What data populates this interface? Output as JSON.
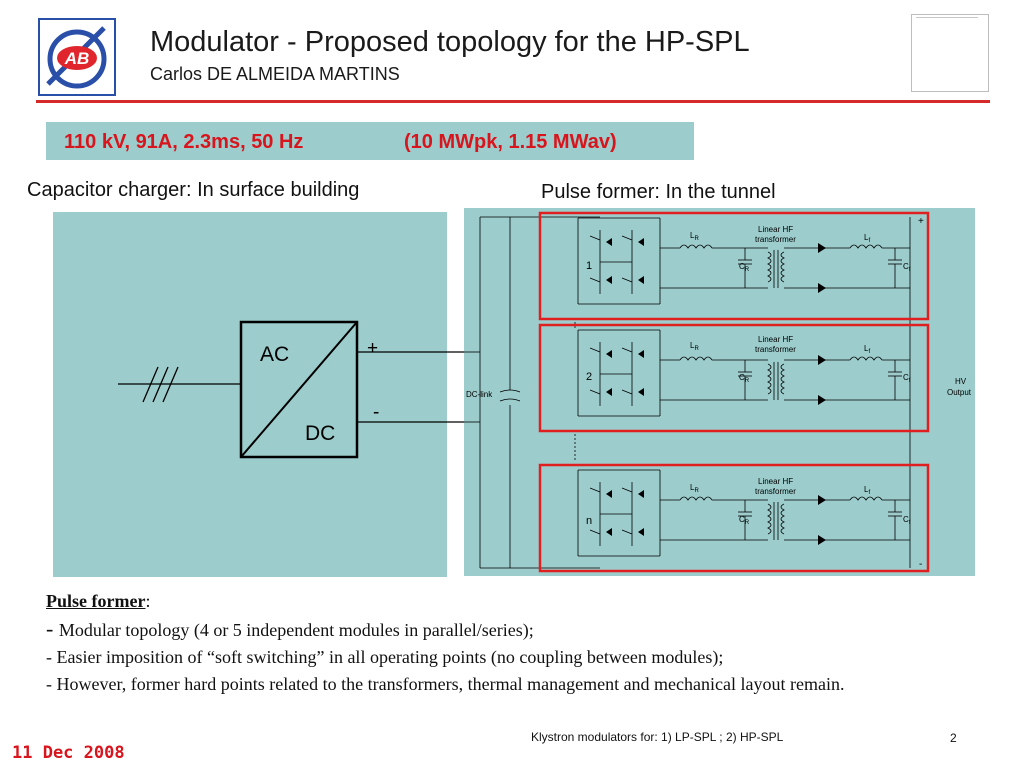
{
  "header": {
    "title": "Modulator - Proposed topology for the HP-SPL",
    "author": "Carlos DE ALMEIDA MARTINS",
    "logo_text": "AB"
  },
  "spec": {
    "params": "110 kV, 91A, 2.3ms, 50 Hz",
    "power": "(10 MWpk, 1.15 MWav)"
  },
  "capacitor_charger": {
    "label": "Capacitor charger: In surface building",
    "converter_in": "AC",
    "converter_out": "DC",
    "plus": "+",
    "minus": "-"
  },
  "pulse_former_diagram": {
    "label": "Pulse former: In the tunnel",
    "dc_link": "DC-link",
    "hv_output_line1": "HV",
    "hv_output_line2": "Output",
    "plus": "+",
    "minus": "-",
    "transformer_line1": "Linear HF",
    "transformer_line2": "transformer",
    "lr": "L",
    "lr_sub": "R",
    "lf": "L",
    "lf_sub": "f",
    "cr": "C",
    "cr_sub": "R",
    "cf": "C",
    "cf_sub": "f",
    "modules": [
      "1",
      "2",
      "n"
    ]
  },
  "body": {
    "heading": "Pulse former",
    "heading_suffix": ":",
    "line1_dash": "- ",
    "line1": "Modular topology (4 or 5 independent modules in parallel/series);",
    "line2": "- Easier imposition of “soft switching” in all operating points (no coupling between modules);",
    "line3": "- However, former hard points related to the transformers, thermal management and mechanical layout remain."
  },
  "footer": {
    "note": "Klystron modulators for: 1) LP-SPL ; 2) HP-SPL",
    "page": "2",
    "date": "11 Dec 2008"
  },
  "colors": {
    "accent_red": "#d8141c",
    "panel_teal": "#9ccccc",
    "rule_red": "#d62a2a"
  }
}
